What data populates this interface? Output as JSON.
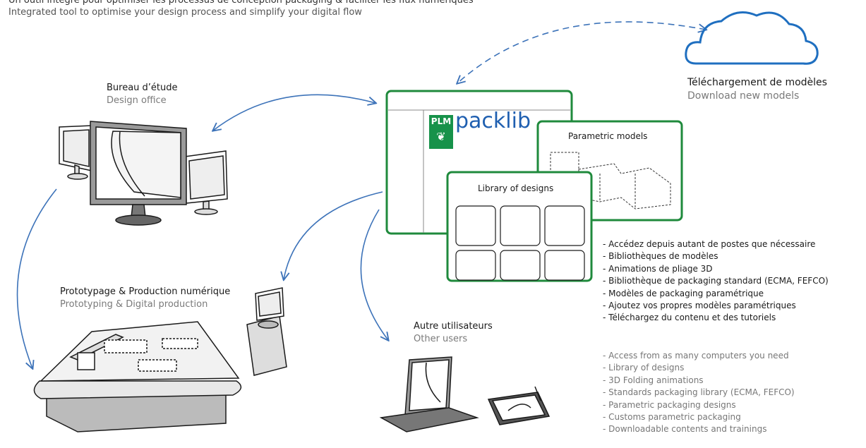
{
  "header": {
    "title_fr": "Un outil intégré pour optimiser les processus de conception packaging & faciliter les flux numériques",
    "title_en": "Integrated tool to optimise your design process and simplify your digital flow"
  },
  "cloud": {
    "label_fr": "Téléchargement de modèles",
    "label_en": "Download new models"
  },
  "design_office": {
    "label_fr": "Bureau d’étude",
    "label_en": "Design office"
  },
  "prototyping": {
    "label_fr": "Prototypage & Production numérique",
    "label_en": "Prototyping & Digital production"
  },
  "other_users": {
    "label_fr": "Autre utilisateurs",
    "label_en": "Other users"
  },
  "app": {
    "logo_mark": "PLM",
    "brand": "packlib",
    "parametric_title": "Parametric models",
    "library_title": "Library of designs"
  },
  "features_fr": [
    "Accédez depuis autant de postes que nécessaire",
    "Bibliothèques de modèles",
    "Animations de pliage 3D",
    "Bibliothèque de packaging standard (ECMA, FEFCO)",
    "Modèles de packaging paramétrique",
    "Ajoutez vos propres modèles paramétriques",
    "Téléchargez du contenu et des tutoriels"
  ],
  "features_en": [
    "Access from as many computers you need",
    "Library of designs",
    "3D Folding animations",
    "Standards packaging library (ECMA, FEFCO)",
    "Parametric packaging designs",
    "Customs parametric packaging",
    "Downloadable contents and trainings"
  ],
  "colors": {
    "arrow": "#3d73b9",
    "frame_green": "#1f8a3c",
    "brand_blue": "#1f5fb0",
    "logo_green": "#17924a"
  },
  "icons": [
    "cloud-icon",
    "monitor-icon",
    "cutting-plotter-icon",
    "laptop-icon",
    "tablet-icon"
  ]
}
